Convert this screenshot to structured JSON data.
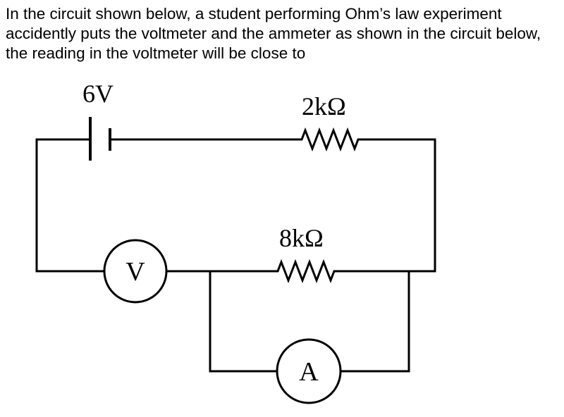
{
  "question": {
    "text": "In the circuit shown below, a student performing Ohm’s law experiment accidently puts the voltmeter and the ammeter as shown in the circuit below, the reading in the voltmeter will be close to"
  },
  "circuit": {
    "battery_label": "6V",
    "resistor_top_label": "2kΩ",
    "resistor_bottom_label": "8kΩ",
    "voltmeter_label": "V",
    "ammeter_label": "A"
  }
}
